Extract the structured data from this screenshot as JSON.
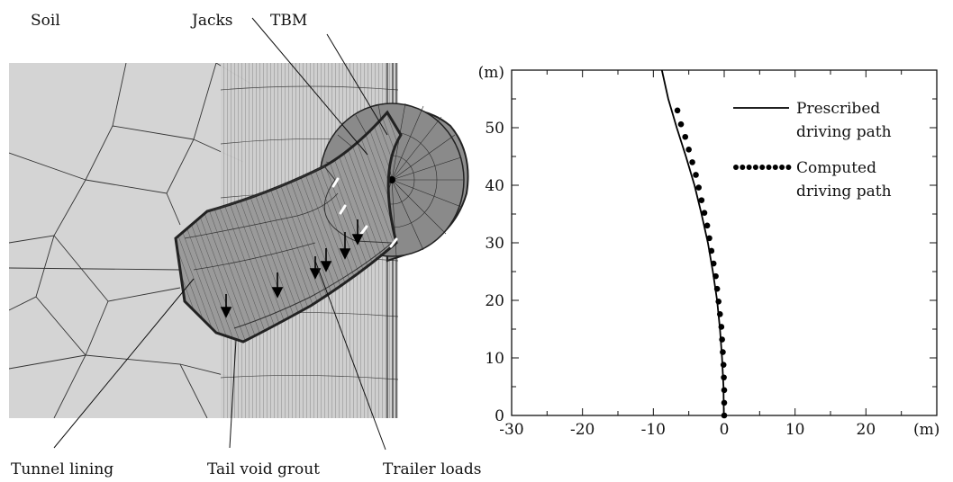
{
  "diagram": {
    "labels": {
      "soil": "Soil",
      "jacks": "Jacks",
      "tbm": "TBM",
      "tunnel_lining": "Tunnel lining",
      "tail_void_grout": "Tail void grout",
      "trailer_loads": "Trailer loads"
    }
  },
  "chart_data": {
    "type": "line",
    "xlabel": "(m)",
    "ylabel": "(m)",
    "xlim": [
      -30,
      30
    ],
    "ylim": [
      0,
      60
    ],
    "xticks": [
      -30,
      -20,
      -10,
      0,
      10,
      20
    ],
    "yticks": [
      0,
      10,
      20,
      30,
      40,
      50
    ],
    "grid": false,
    "legend_position": "top-right",
    "series": [
      {
        "name": "Prescribed driving path",
        "style": "solid",
        "x": [
          -0.05,
          -0.1,
          -0.3,
          -0.6,
          -1.0,
          -1.6,
          -2.3,
          -3.2,
          -4.2,
          -5.4,
          -6.7,
          -7.9,
          -8.8
        ],
        "y": [
          0,
          5,
          10,
          15,
          20,
          25,
          30,
          35,
          40,
          45,
          50,
          55,
          60
        ]
      },
      {
        "name": "Computed driving path",
        "style": "dotted",
        "x": [
          0.0,
          0.0,
          0.0,
          -0.05,
          -0.1,
          -0.2,
          -0.3,
          -0.4,
          -0.6,
          -0.8,
          -1.0,
          -1.2,
          -1.5,
          -1.8,
          -2.1,
          -2.4,
          -2.8,
          -3.2,
          -3.6,
          -4.0,
          -4.5,
          -5.0,
          -5.5,
          -6.1,
          -6.6
        ],
        "y": [
          0,
          2.2,
          4.4,
          6.6,
          8.8,
          11,
          13.2,
          15.4,
          17.6,
          19.8,
          22,
          24.2,
          26.4,
          28.6,
          30.8,
          33,
          35.2,
          37.4,
          39.6,
          41.8,
          44,
          46.2,
          48.4,
          50.6,
          53
        ]
      }
    ],
    "legend": [
      {
        "line1": "Prescribed",
        "line2": "driving path",
        "style": "solid"
      },
      {
        "line1": "Computed",
        "line2": "driving path",
        "style": "dotted"
      }
    ]
  }
}
